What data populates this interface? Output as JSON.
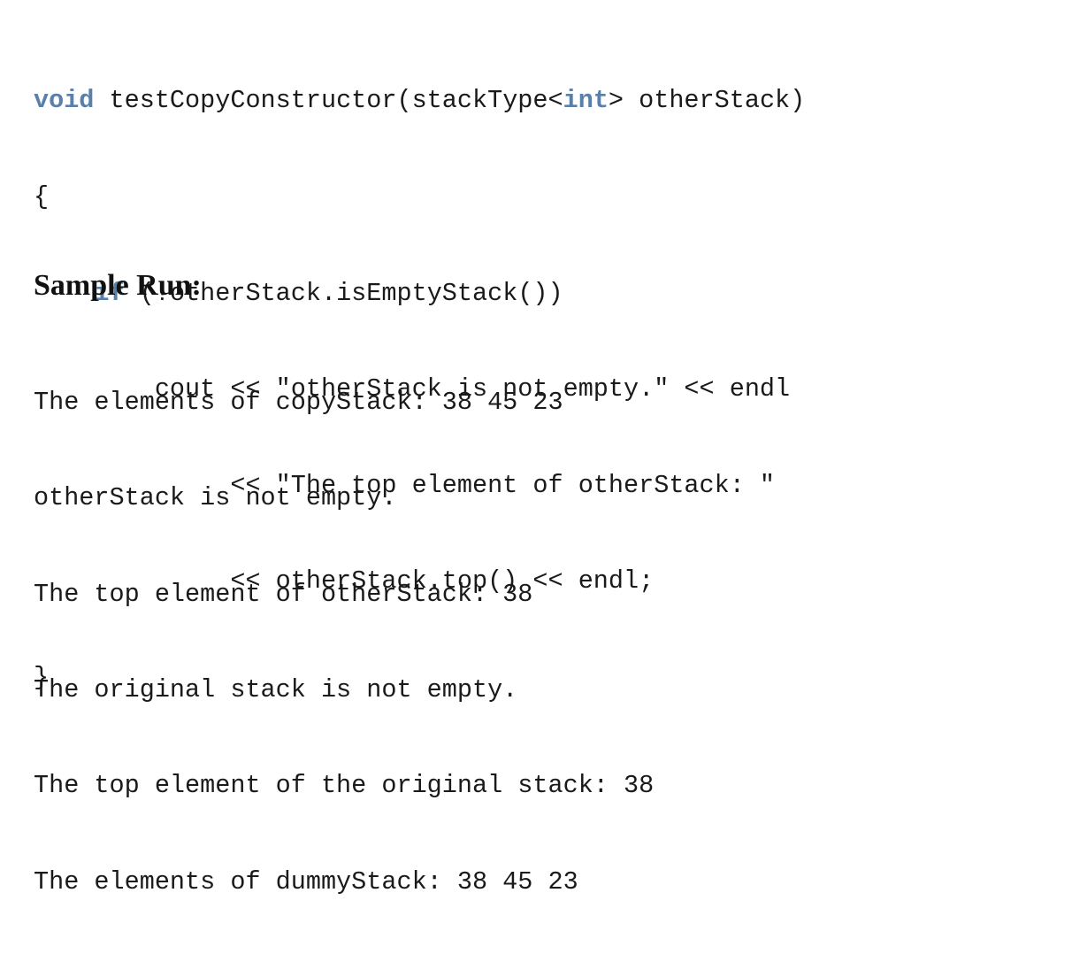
{
  "code": {
    "line1": {
      "kw_void": "void",
      "fn_sig_a": " testCopyConstructor(stackType<",
      "kw_int": "int",
      "fn_sig_b": "> otherStack)"
    },
    "line2": "{",
    "line3": {
      "indent": "    ",
      "kw_if": "if",
      "rest": " (!otherStack.isEmptyStack())"
    },
    "line4": "        cout << \"otherStack is not empty.\" << endl",
    "line5": "             << \"The top element of otherStack: \"",
    "line6": "             << otherStack.top() << endl;",
    "line7": "}"
  },
  "heading": "Sample Run:",
  "output": [
    "The elements of copyStack: 38 45 23",
    "otherStack is not empty.",
    "The top element of otherStack: 38",
    "The original stack is not empty.",
    "The top element of the original stack: 38",
    "The elements of dummyStack: 38 45 23"
  ]
}
